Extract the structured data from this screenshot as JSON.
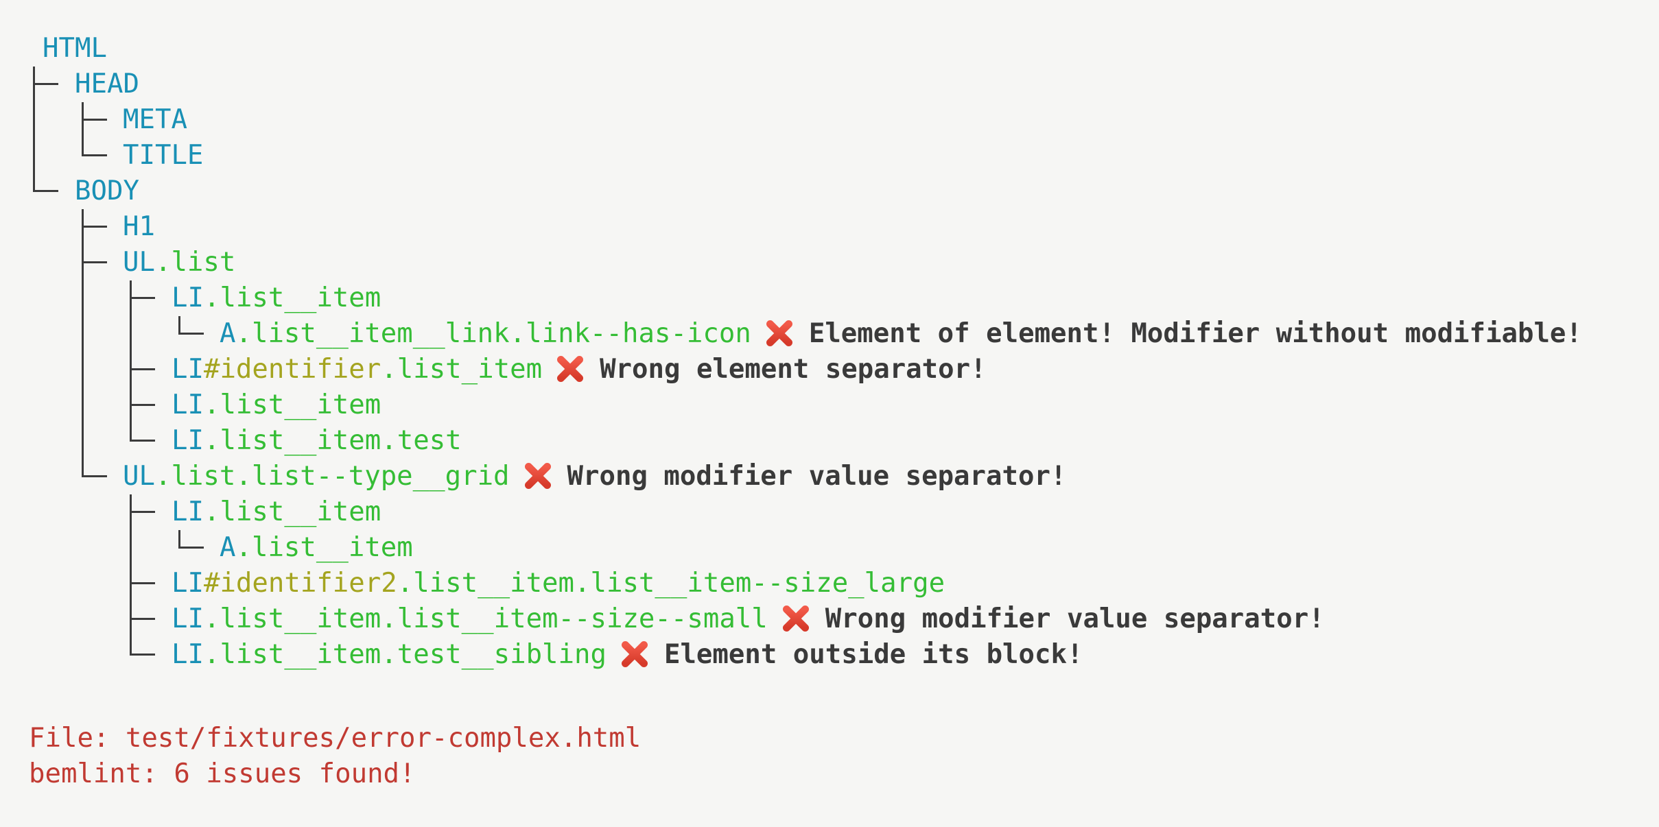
{
  "app": "bemlint terminal output",
  "colors": {
    "background": "#f6f6f4",
    "tree_line": "#3c3c3c",
    "tag": "#1990b5",
    "class_name": "#35bd35",
    "id_name": "#a4a41f",
    "error_message": "#3a3a3a",
    "footer_text": "#c13a32",
    "x_icon_top": "#f25a49",
    "x_icon_bottom": "#d63a2a"
  },
  "tree": {
    "rows": [
      {
        "guides": [],
        "branch": null,
        "tokens": [
          {
            "text": "HTML",
            "role": "tag"
          }
        ]
      },
      {
        "guides": [],
        "branch": {
          "cell": 0,
          "type": "tee"
        },
        "tokens": [
          {
            "text": "HEAD",
            "role": "tag"
          }
        ]
      },
      {
        "guides": [
          0
        ],
        "branch": {
          "cell": 3,
          "type": "tee"
        },
        "tokens": [
          {
            "text": "META",
            "role": "tag"
          }
        ]
      },
      {
        "guides": [
          0
        ],
        "branch": {
          "cell": 3,
          "type": "elbow"
        },
        "tokens": [
          {
            "text": "TITLE",
            "role": "tag"
          }
        ]
      },
      {
        "guides": [],
        "branch": {
          "cell": 0,
          "type": "elbow"
        },
        "tokens": [
          {
            "text": "BODY",
            "role": "tag"
          }
        ]
      },
      {
        "guides": [],
        "branch": {
          "cell": 3,
          "type": "tee"
        },
        "tokens": [
          {
            "text": "H1",
            "role": "tag"
          }
        ]
      },
      {
        "guides": [],
        "branch": {
          "cell": 3,
          "type": "tee"
        },
        "tokens": [
          {
            "text": "UL",
            "role": "tag"
          },
          {
            "text": ".list",
            "role": "class"
          }
        ]
      },
      {
        "guides": [
          3
        ],
        "branch": {
          "cell": 6,
          "type": "tee"
        },
        "tokens": [
          {
            "text": "LI",
            "role": "tag"
          },
          {
            "text": ".list__item",
            "role": "class"
          }
        ]
      },
      {
        "guides": [
          3,
          6
        ],
        "branch": {
          "cell": 9,
          "type": "elbow"
        },
        "tokens": [
          {
            "text": "A",
            "role": "tag"
          },
          {
            "text": ".list__item__link.link--has-icon",
            "role": "class"
          }
        ],
        "error": {
          "icon": "cross-mark",
          "message": "Element of element! Modifier without modifiable!"
        }
      },
      {
        "guides": [
          3
        ],
        "branch": {
          "cell": 6,
          "type": "tee"
        },
        "tokens": [
          {
            "text": "LI",
            "role": "tag"
          },
          {
            "text": "#identifier",
            "role": "id"
          },
          {
            "text": ".list_item",
            "role": "class"
          }
        ],
        "error": {
          "icon": "cross-mark",
          "message": "Wrong element separator!"
        }
      },
      {
        "guides": [
          3
        ],
        "branch": {
          "cell": 6,
          "type": "tee"
        },
        "tokens": [
          {
            "text": "LI",
            "role": "tag"
          },
          {
            "text": ".list__item",
            "role": "class"
          }
        ]
      },
      {
        "guides": [
          3
        ],
        "branch": {
          "cell": 6,
          "type": "elbow"
        },
        "tokens": [
          {
            "text": "LI",
            "role": "tag"
          },
          {
            "text": ".list__item.test",
            "role": "class"
          }
        ]
      },
      {
        "guides": [],
        "branch": {
          "cell": 3,
          "type": "elbow"
        },
        "tokens": [
          {
            "text": "UL",
            "role": "tag"
          },
          {
            "text": ".list.list--type__grid",
            "role": "class"
          }
        ],
        "error": {
          "icon": "cross-mark",
          "message": "Wrong modifier value separator!"
        }
      },
      {
        "guides": [],
        "branch": {
          "cell": 6,
          "type": "tee"
        },
        "tokens": [
          {
            "text": "LI",
            "role": "tag"
          },
          {
            "text": ".list__item",
            "role": "class"
          }
        ]
      },
      {
        "guides": [
          6
        ],
        "branch": {
          "cell": 9,
          "type": "elbow"
        },
        "tokens": [
          {
            "text": "A",
            "role": "tag"
          },
          {
            "text": ".list__item",
            "role": "class"
          }
        ]
      },
      {
        "guides": [],
        "branch": {
          "cell": 6,
          "type": "tee"
        },
        "tokens": [
          {
            "text": "LI",
            "role": "tag"
          },
          {
            "text": "#identifier2",
            "role": "id"
          },
          {
            "text": ".list__item.list__item--size_large",
            "role": "class"
          }
        ]
      },
      {
        "guides": [],
        "branch": {
          "cell": 6,
          "type": "tee"
        },
        "tokens": [
          {
            "text": "LI",
            "role": "tag"
          },
          {
            "text": ".list__item.list__item--size--small",
            "role": "class"
          }
        ],
        "error": {
          "icon": "cross-mark",
          "message": "Wrong modifier value separator!"
        }
      },
      {
        "guides": [],
        "branch": {
          "cell": 6,
          "type": "elbow"
        },
        "tokens": [
          {
            "text": "LI",
            "role": "tag"
          },
          {
            "text": ".list__item.test__sibling",
            "role": "class"
          }
        ],
        "error": {
          "icon": "cross-mark",
          "message": "Element outside its block!"
        }
      }
    ]
  },
  "footer": {
    "file_line": "File: test/fixtures/error-complex.html",
    "summary_line": "bemlint: 6 issues found!"
  }
}
